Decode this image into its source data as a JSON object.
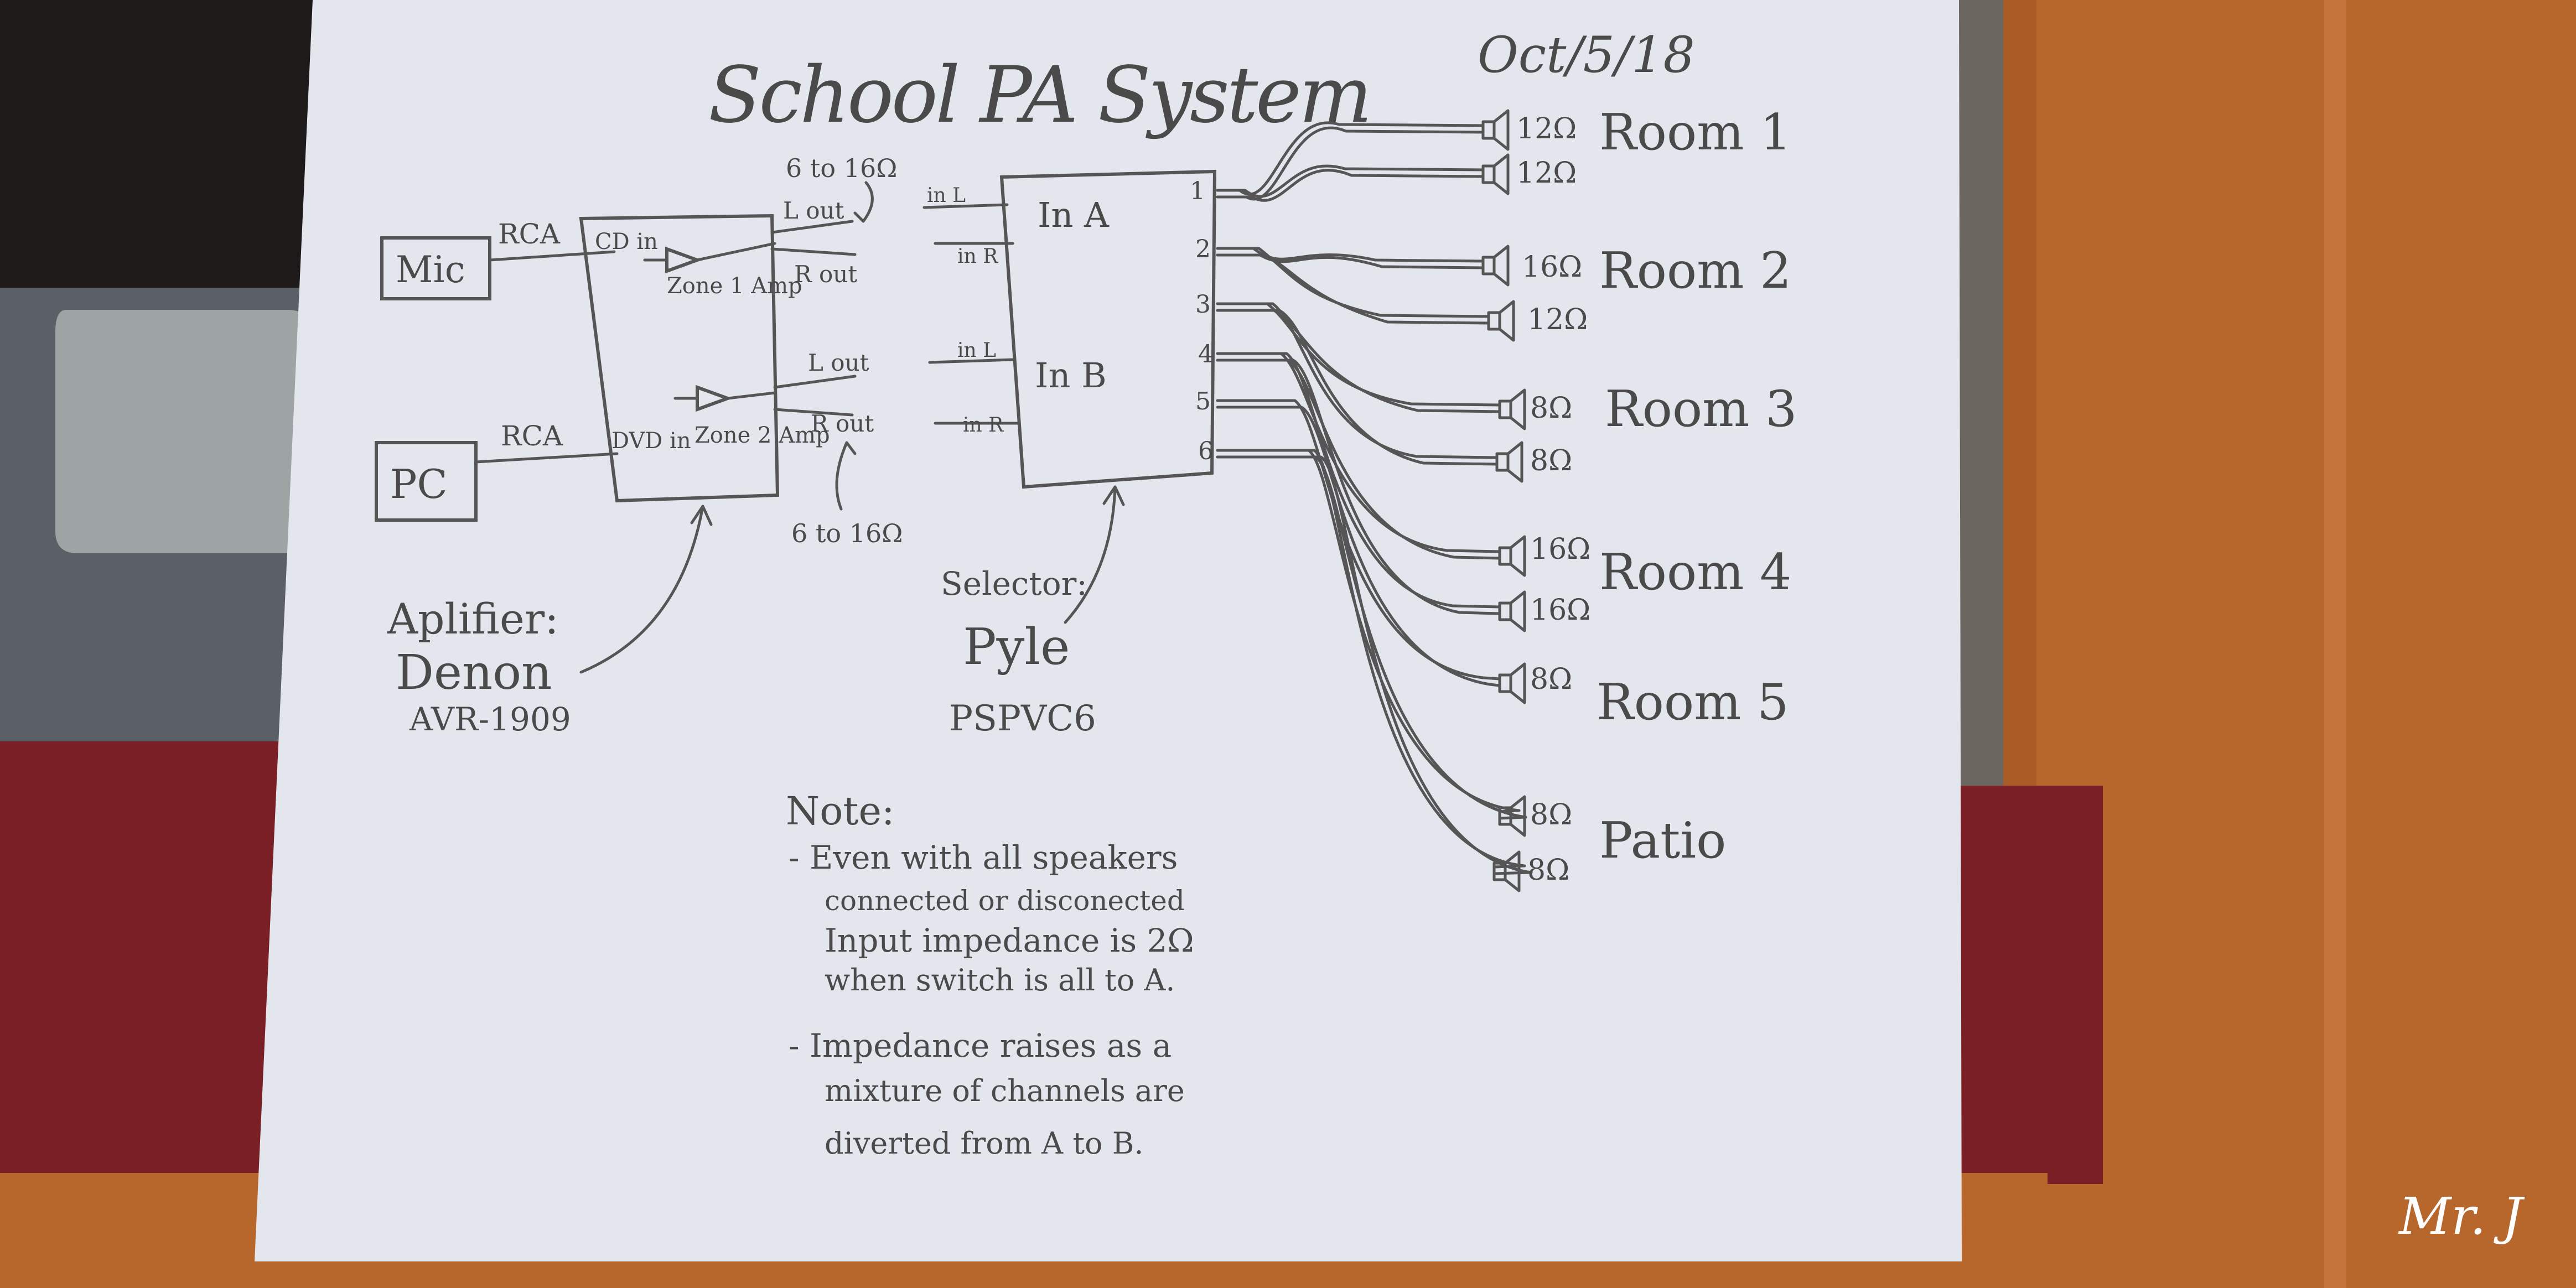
{
  "title": "School PA System",
  "date": "Oct/5/18",
  "sources": {
    "mic": "Mic",
    "pc": "PC",
    "cable": "RCA"
  },
  "amplifier": {
    "cd_in": "CD in",
    "dvd_in": "DVD in",
    "zone1": "Zone 1 Amp",
    "zone2": "Zone 2 Amp",
    "lout": "L out",
    "rout": "R out",
    "impedance": "6 to 16Ω",
    "caption_label": "Aplifier:",
    "caption_brand": "Denon",
    "caption_model": "AVR-1909"
  },
  "selector": {
    "in_l": "in L",
    "in_r": "in R",
    "in_a": "In A",
    "in_b": "In B",
    "channels": [
      "1",
      "2",
      "3",
      "4",
      "5",
      "6"
    ],
    "caption_label": "Selector:",
    "caption_brand": "Pyle",
    "caption_model": "PSPVC6"
  },
  "rooms": [
    {
      "name": "Room 1",
      "speakers": [
        "12Ω",
        "12Ω"
      ]
    },
    {
      "name": "Room 2",
      "speakers": [
        "16Ω",
        "12Ω"
      ]
    },
    {
      "name": "Room 3",
      "speakers": [
        "8Ω",
        "8Ω"
      ]
    },
    {
      "name": "Room 4",
      "speakers": [
        "16Ω",
        "16Ω"
      ]
    },
    {
      "name": "Room 5",
      "speakers": [
        "8Ω"
      ]
    },
    {
      "name": "Patio",
      "speakers": [
        "8Ω",
        "8Ω"
      ]
    }
  ],
  "notes": {
    "heading": "Note:",
    "note1": [
      "- Even with all speakers",
      "connected or disconected",
      "Input impedance is 2Ω",
      "when switch is all to A."
    ],
    "note2": [
      "- Impedance raises as a",
      "mixture of channels are",
      "diverted from A to B."
    ]
  },
  "watermark": "Mr. J",
  "colors": {
    "paper": "#e4e6ee",
    "pencil": "#4a4a4a",
    "table": "#b8672c",
    "carpet_red": "#7a1f25",
    "carpet_gray": "#5b6066"
  }
}
